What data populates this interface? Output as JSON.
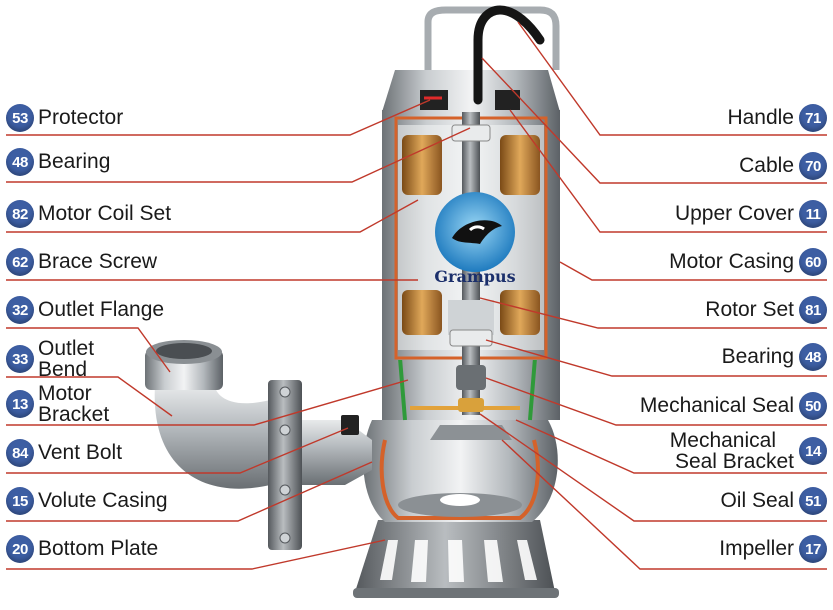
{
  "brand": {
    "logo_text": "Grampus"
  },
  "colors": {
    "badge": "#3d5ea3",
    "leader_line": "#c0392b"
  },
  "left_labels": [
    {
      "number": "53",
      "name": "Protector"
    },
    {
      "number": "48",
      "name": "Bearing"
    },
    {
      "number": "82",
      "name": "Motor Coil Set"
    },
    {
      "number": "62",
      "name": "Brace Screw"
    },
    {
      "number": "32",
      "name": "Outlet Flange"
    },
    {
      "number": "33",
      "line1": "Outlet",
      "line2": "Bend"
    },
    {
      "number": "13",
      "line1": "Motor",
      "line2": "Bracket"
    },
    {
      "number": "84",
      "name": "Vent Bolt"
    },
    {
      "number": "15",
      "name": "Volute Casing"
    },
    {
      "number": "20",
      "name": "Bottom Plate"
    }
  ],
  "right_labels": [
    {
      "number": "71",
      "name": "Handle"
    },
    {
      "number": "70",
      "name": "Cable"
    },
    {
      "number": "11",
      "name": "Upper Cover"
    },
    {
      "number": "60",
      "name": "Motor Casing"
    },
    {
      "number": "81",
      "name": "Rotor Set"
    },
    {
      "number": "48",
      "name": "Bearing"
    },
    {
      "number": "50",
      "name": "Mechanical Seal"
    },
    {
      "number": "14",
      "line1": "Mechanical",
      "line2": "Seal Bracket"
    },
    {
      "number": "51",
      "name": "Oil Seal"
    },
    {
      "number": "17",
      "name": "Impeller"
    }
  ]
}
